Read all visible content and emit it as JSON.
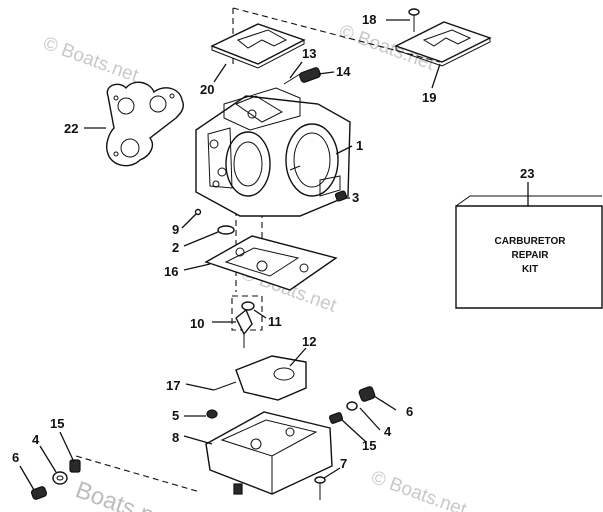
{
  "watermark": {
    "text": "© Boats.net",
    "footer_text": "Boats.net"
  },
  "kit": {
    "line1": "CARBURETOR",
    "line2": "REPAIR",
    "line3": "KIT"
  },
  "callouts": [
    {
      "id": "c1",
      "text": "1"
    },
    {
      "id": "c2",
      "text": "2"
    },
    {
      "id": "c3",
      "text": "3"
    },
    {
      "id": "c4a",
      "text": "4"
    },
    {
      "id": "c4b",
      "text": "4"
    },
    {
      "id": "c5",
      "text": "5"
    },
    {
      "id": "c6a",
      "text": "6"
    },
    {
      "id": "c6b",
      "text": "6"
    },
    {
      "id": "c7",
      "text": "7"
    },
    {
      "id": "c8",
      "text": "8"
    },
    {
      "id": "c9",
      "text": "9"
    },
    {
      "id": "c10",
      "text": "10"
    },
    {
      "id": "c11",
      "text": "11"
    },
    {
      "id": "c12",
      "text": "12"
    },
    {
      "id": "c13",
      "text": "13"
    },
    {
      "id": "c14",
      "text": "14"
    },
    {
      "id": "c15a",
      "text": "15"
    },
    {
      "id": "c15b",
      "text": "15"
    },
    {
      "id": "c16",
      "text": "16"
    },
    {
      "id": "c17",
      "text": "17"
    },
    {
      "id": "c18",
      "text": "18"
    },
    {
      "id": "c19",
      "text": "19"
    },
    {
      "id": "c20",
      "text": "20"
    },
    {
      "id": "c22",
      "text": "22"
    },
    {
      "id": "c23",
      "text": "23"
    }
  ]
}
